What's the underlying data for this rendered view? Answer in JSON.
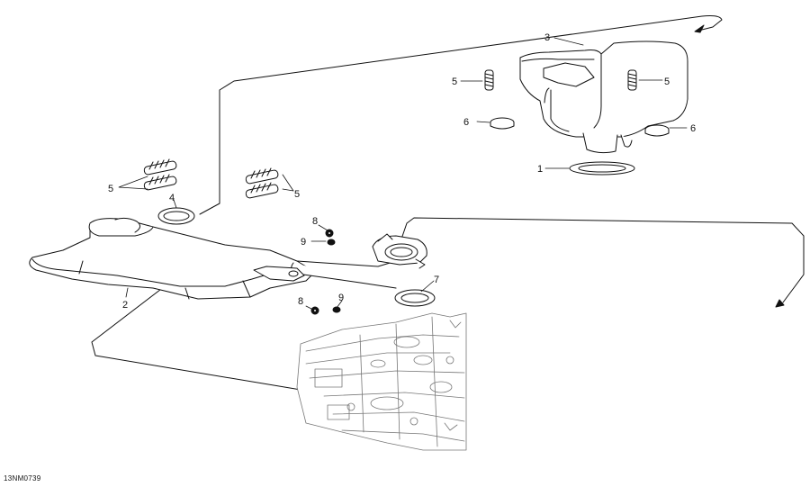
{
  "callouts": {
    "c1": "1",
    "c2": "2",
    "c3": "3",
    "c4": "4",
    "c5a": "5",
    "c5b": "5",
    "c5c": "5",
    "c5d": "5",
    "c6a": "6",
    "c6b": "6",
    "c7": "7",
    "c8a": "8",
    "c8b": "8",
    "c9a": "9",
    "c9b": "9"
  },
  "reference_code": "13NM0739",
  "colors": {
    "line": "#111111",
    "fill": "#ffffff",
    "engine": "#777777"
  }
}
